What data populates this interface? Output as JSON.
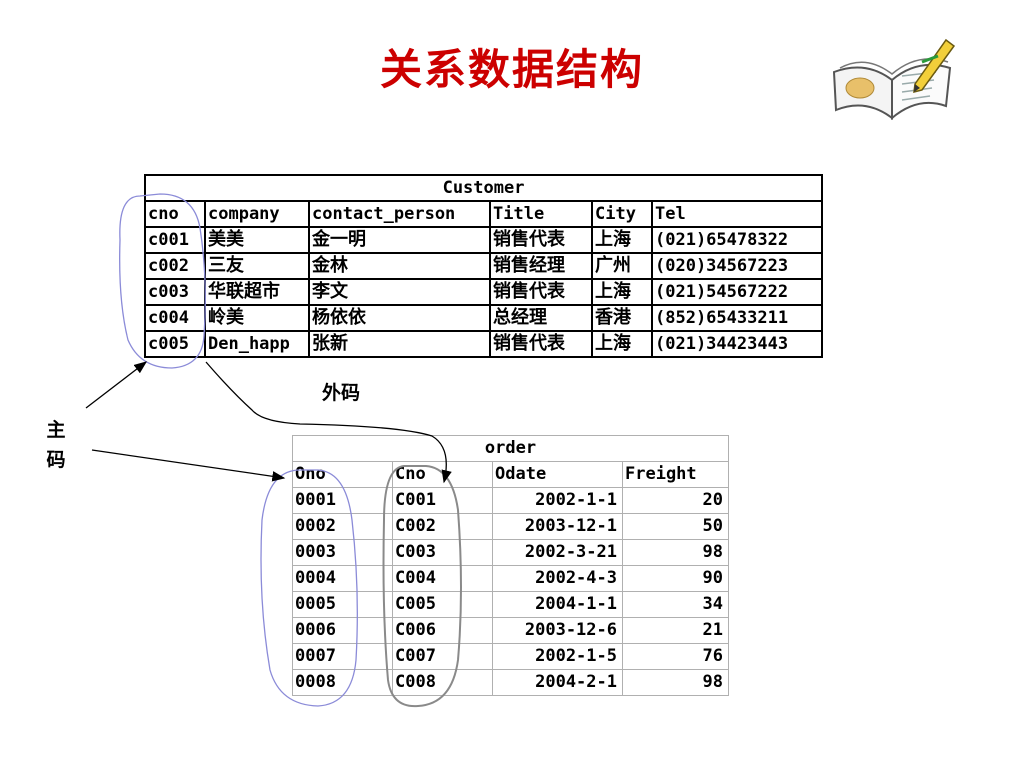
{
  "title": "关系数据结构",
  "customer": {
    "caption": "Customer",
    "columns": [
      "cno",
      "company",
      "contact_person",
      "Title",
      "City",
      "Tel"
    ],
    "rows": [
      [
        "c001",
        "美美",
        "金一明",
        "销售代表",
        "上海",
        "(021)65478322"
      ],
      [
        "c002",
        "三友",
        "金林",
        "销售经理",
        "广州",
        "(020)34567223"
      ],
      [
        "c003",
        "华联超市",
        "李文",
        "销售代表",
        "上海",
        "(021)54567222"
      ],
      [
        "c004",
        "岭美",
        "杨依依",
        "总经理",
        "香港",
        "(852)65433211"
      ],
      [
        "c005",
        "Den_happ",
        "张新",
        "销售代表",
        "上海",
        "(021)34423443"
      ]
    ]
  },
  "order": {
    "caption": "order",
    "columns": [
      "Ono",
      "Cno",
      "Odate",
      "Freight"
    ],
    "rows": [
      [
        "0001",
        "C001",
        "2002-1-1",
        "20"
      ],
      [
        "0002",
        "C002",
        "2003-12-1",
        "50"
      ],
      [
        "0003",
        "C003",
        "2002-3-21",
        "98"
      ],
      [
        "0004",
        "C004",
        "2002-4-3",
        "90"
      ],
      [
        "0005",
        "C005",
        "2004-1-1",
        "34"
      ],
      [
        "0006",
        "C006",
        "2003-12-6",
        "21"
      ],
      [
        "0007",
        "C007",
        "2002-1-5",
        "76"
      ],
      [
        "0008",
        "C008",
        "2004-2-1",
        "98"
      ]
    ]
  },
  "labels": {
    "foreign_key": "外码",
    "primary_key_line1": "主",
    "primary_key_line2": "码"
  },
  "colors": {
    "title": "#cc0000",
    "pk_outline": "#8b8bd8",
    "fk_outline": "#8a8a8a"
  },
  "icons": [
    "open-book-pen-icon"
  ]
}
